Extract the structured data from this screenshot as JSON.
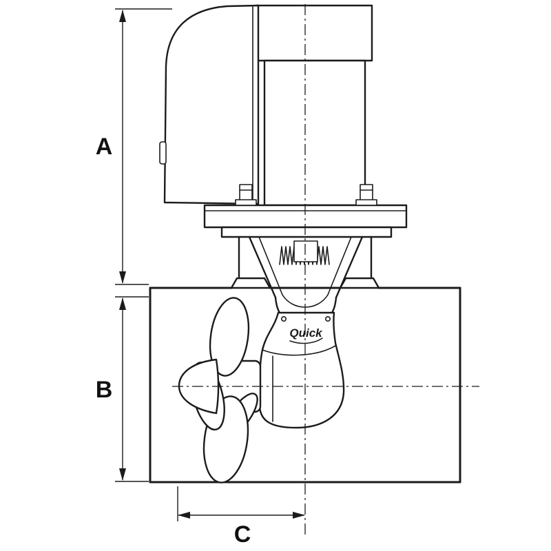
{
  "diagram": {
    "labels": {
      "dim_a": "A",
      "dim_b": "B",
      "dim_c": "C"
    },
    "brand": "Quick",
    "colors": {
      "line": "#1b1b1b",
      "background": "#ffffff"
    }
  }
}
